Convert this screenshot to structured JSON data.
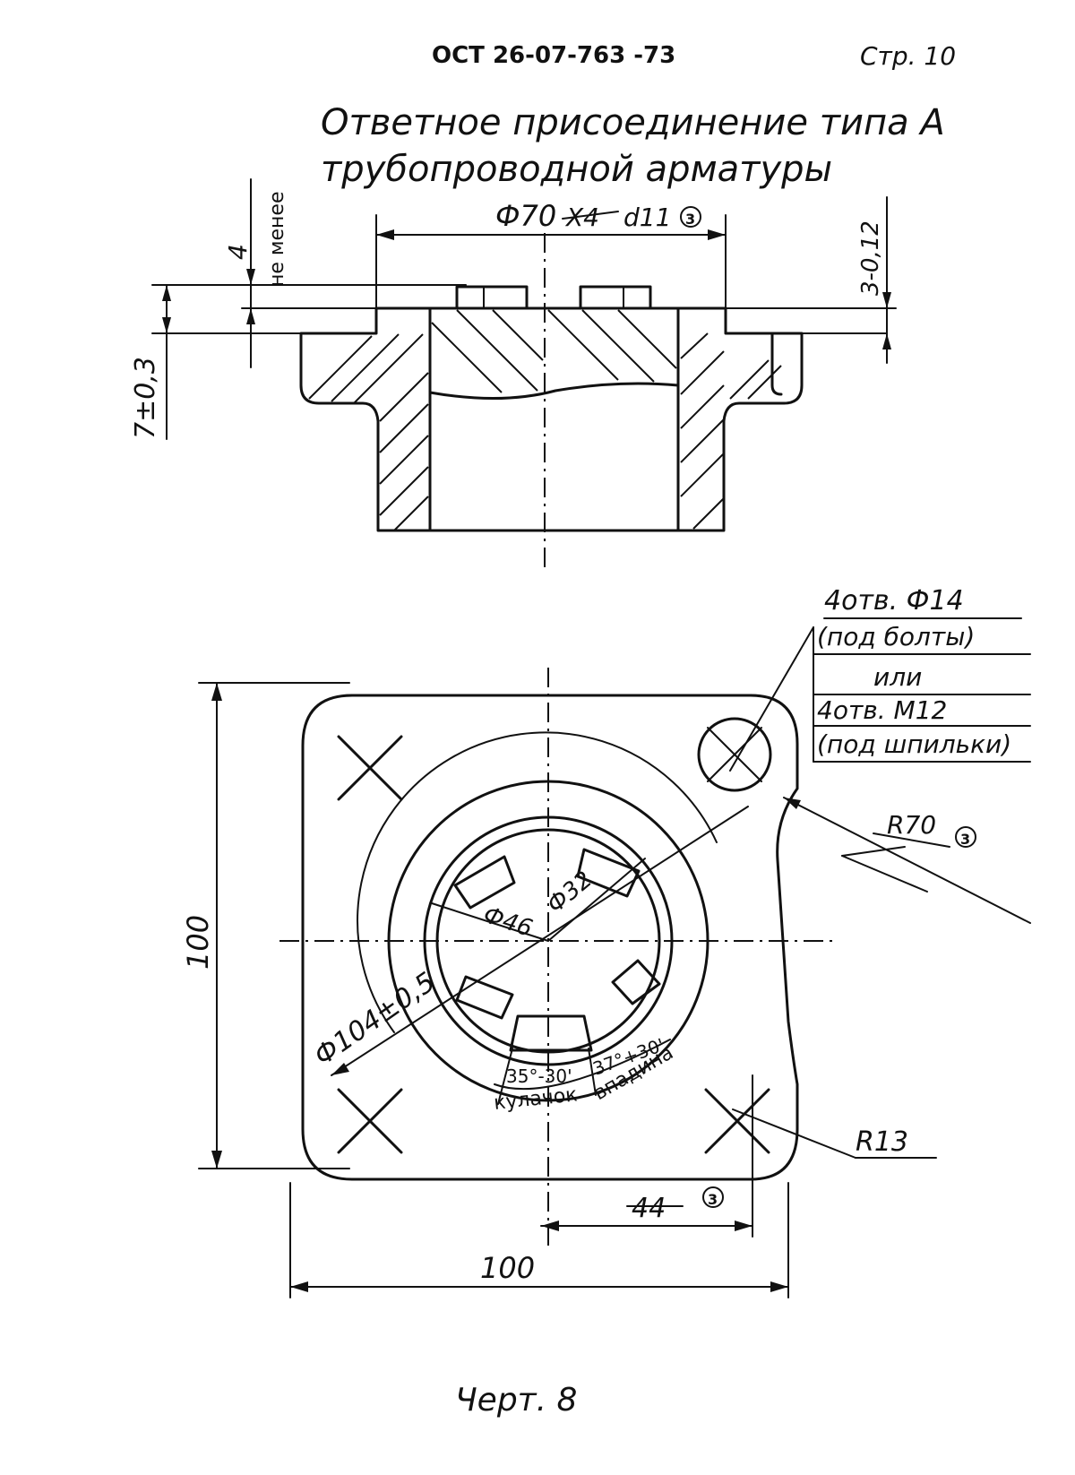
{
  "header": {
    "standard": "ОСТ 26-07-763 -73",
    "page": "Стр. 10"
  },
  "title": {
    "line1": "Ответное присоединение типа А",
    "line2": "трубопроводной арматуры"
  },
  "section_view": {
    "dia_label": "Ф70",
    "dia_struck": "Х4",
    "dia_fit": "d11",
    "revision_mark": "3",
    "dim_depth": "4",
    "dim_depth_note": "не менее",
    "dim_step": "3-0,12",
    "dim_height": "7±0,3"
  },
  "plan_view": {
    "callout_lines": [
      "4отв. Ф14",
      "(под болты)",
      "или",
      "4отв. М12",
      "(под шпильки)"
    ],
    "radius_struck": "R70",
    "radius_revision_mark": "3",
    "dia_46": "Ф46",
    "dia_32": "Ф32",
    "dia_104": "Ф104±0,5",
    "angle_cam": "35°-30'",
    "angle_slot": "37°+30'",
    "label_cam": "кулачок",
    "label_slot": "впадина",
    "radius_corner": "R13",
    "dim_44": "44",
    "dim_44_revision_mark": "3",
    "dim_width": "100",
    "dim_height": "100"
  },
  "caption": "Черт. 8"
}
